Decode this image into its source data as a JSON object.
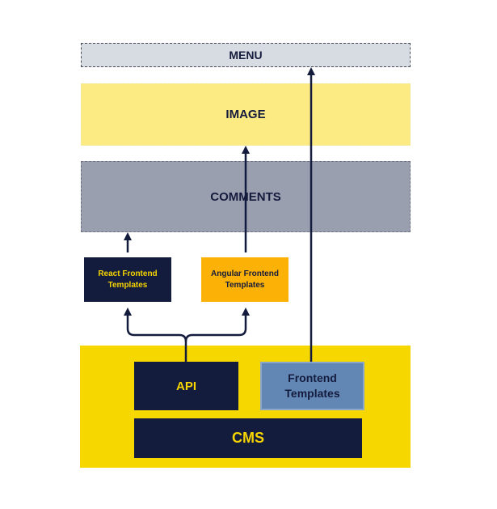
{
  "diagram": {
    "menu": "MENU",
    "image": "IMAGE",
    "comments": "COMMENTS",
    "react_templates": "React Frontend Templates",
    "angular_templates": "Angular Frontend Templates",
    "api": "API",
    "frontend_templates": "Frontend Templates",
    "cms": "CMS"
  },
  "colors": {
    "navy": "#141c3d",
    "yellow": "#f7d700",
    "orange": "#fcb106",
    "slate_blue": "#6387b4",
    "gray": "#9a9fb0",
    "light_yellow": "#fcea83",
    "light_gray": "#d7dce3"
  }
}
